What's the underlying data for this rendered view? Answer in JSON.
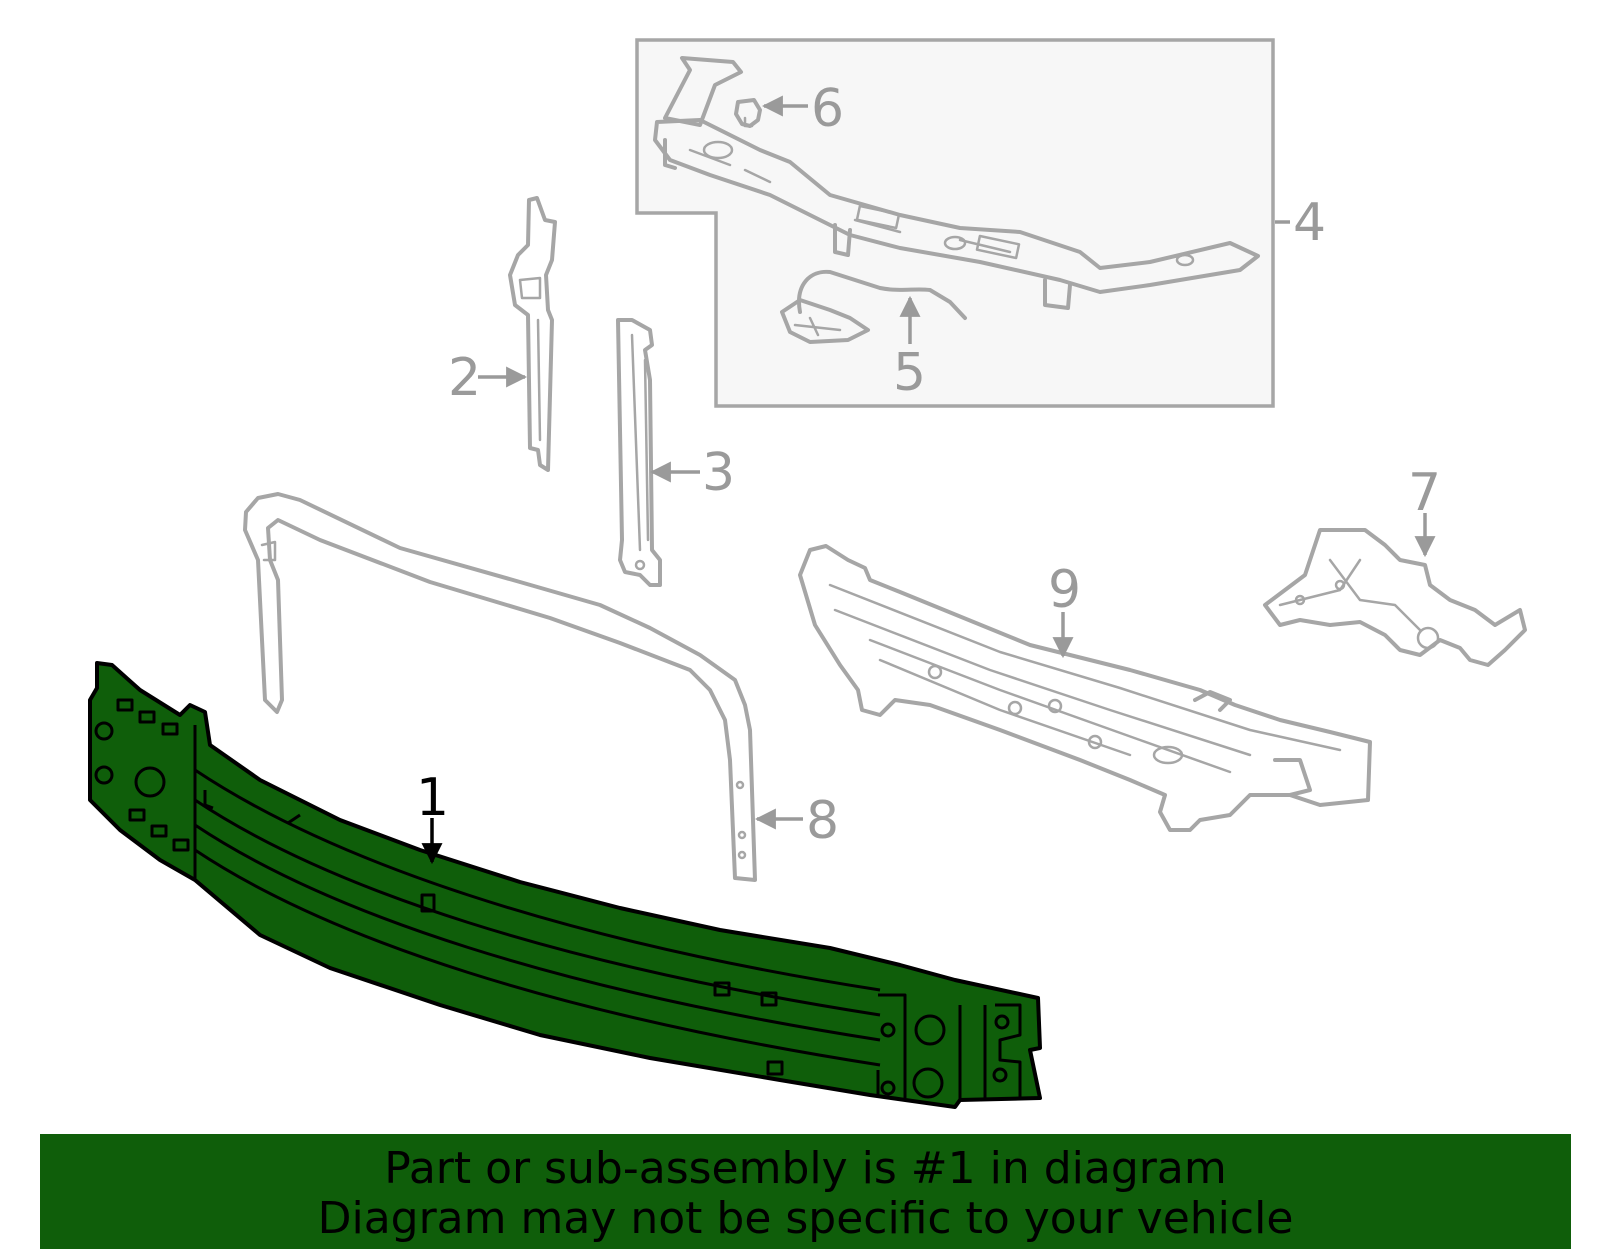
{
  "callouts": {
    "c1": "1",
    "c2": "2",
    "c3": "3",
    "c4": "4",
    "c5": "5",
    "c6": "6",
    "c7": "7",
    "c8": "8",
    "c9": "9"
  },
  "highlighted_part": "1",
  "colors": {
    "highlight_fill": "#0f5e0a",
    "line_gray": "#a6a6a6",
    "banner": "#0f5e0a"
  },
  "footer": {
    "line1": "Part or sub-assembly is #1 in diagram",
    "line2": "Diagram may not be specific to your vehicle"
  }
}
